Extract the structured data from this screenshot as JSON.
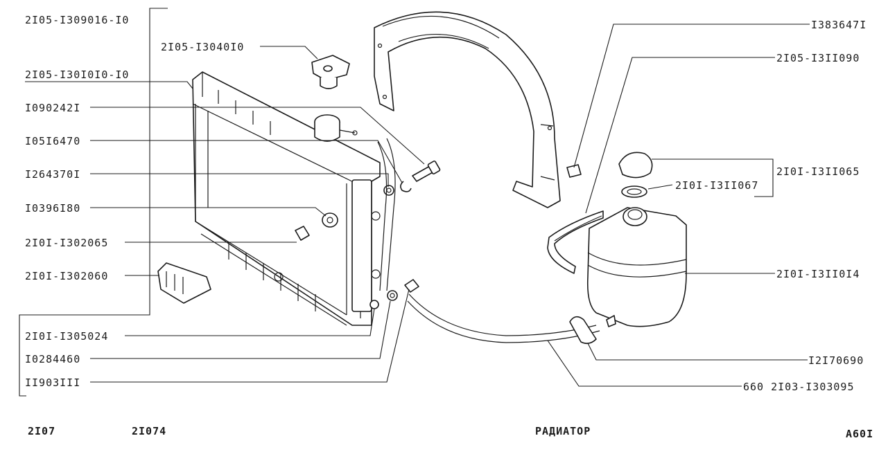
{
  "labels": {
    "l01": "2I05-I309016-I0",
    "l02": "2I05-I3040I0",
    "l03": "2I05-I30I0I0-I0",
    "l04": "I090242I",
    "l05": "I05I6470",
    "l06": "I264370I",
    "l07": "I0396I80",
    "l08": "2I0I-I302065",
    "l09": "2I0I-I302060",
    "l10": "2I0I-I305024",
    "l11": "I0284460",
    "l12": "II903III",
    "r01": "I383647I",
    "r02": "2I05-I3II090",
    "r03": "2I0I-I3II065",
    "r04": "2I0I-I3II067",
    "r05": "2I0I-I3II0I4",
    "r06": "I2I70690",
    "r07": "660 2I03-I303095"
  },
  "footer": {
    "model1": "2I07",
    "model2": "2I074",
    "title": "РАДИАТОР",
    "sheet": "A60I"
  }
}
